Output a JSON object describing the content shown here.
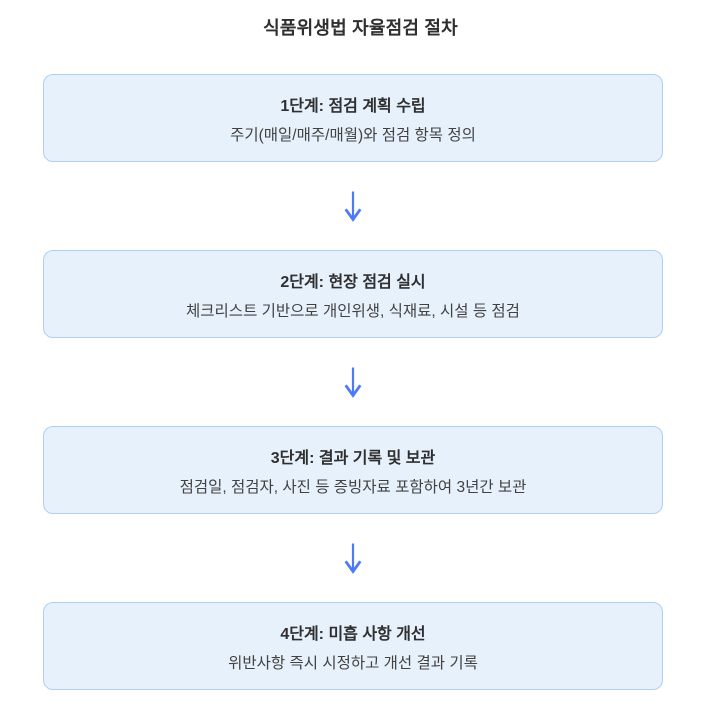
{
  "title": "식품위생법 자율점검 절차",
  "colors": {
    "box_background": "#e7f1fc",
    "box_border": "#aed0ee",
    "arrow": "#4c7bf3",
    "heading_text": "#2f2f2f",
    "body_text": "#424242"
  },
  "steps": [
    {
      "title": "1단계: 점검 계획 수립",
      "description": "주기(매일/매주/매월)와 점검 항목 정의"
    },
    {
      "title": "2단계: 현장 점검 실시",
      "description": "체크리스트 기반으로 개인위생, 식재료, 시설 등 점검"
    },
    {
      "title": "3단계: 결과 기록 및 보관",
      "description": "점검일, 점검자, 사진 등 증빙자료 포함하여 3년간 보관"
    },
    {
      "title": "4단계: 미흡 사항 개선",
      "description": "위반사항 즉시 시정하고 개선 결과 기록"
    }
  ]
}
